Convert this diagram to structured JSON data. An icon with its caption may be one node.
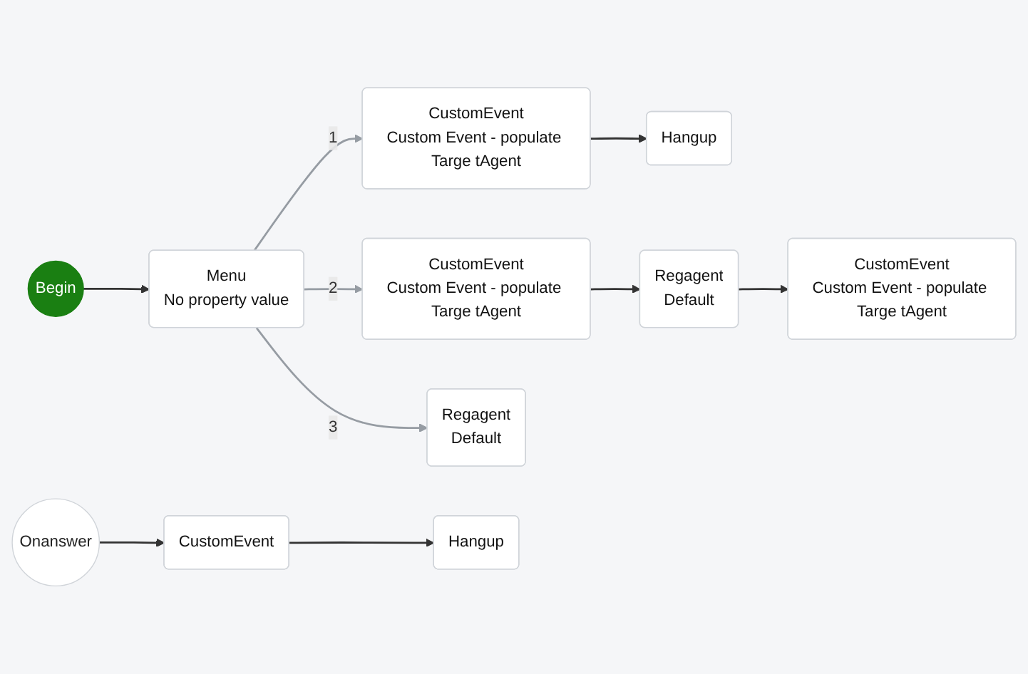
{
  "diagram": {
    "nodes": [
      {
        "text": [
          "Begin"
        ]
      },
      {
        "text": [
          "Menu",
          "No property value"
        ]
      },
      {
        "text": [
          "CustomEvent",
          "Custom Event - populate Targe tAgent"
        ]
      },
      {
        "text": [
          "Hangup"
        ]
      },
      {
        "text": [
          "CustomEvent",
          "Custom Event - populate Targe tAgent"
        ]
      },
      {
        "text": [
          "Regagent",
          "Default"
        ]
      },
      {
        "text": [
          "CustomEvent",
          "Custom Event - populate Targe tAgent"
        ]
      },
      {
        "text": [
          "Regagent",
          "Default"
        ]
      },
      {
        "text": [
          "Onanswer"
        ]
      },
      {
        "text": [
          "CustomEvent"
        ]
      },
      {
        "text": [
          "Hangup"
        ]
      }
    ],
    "edges": [
      {
        "from": 0,
        "to": 1,
        "arrow": "to"
      },
      {
        "from": 1,
        "to": 2,
        "arrow": "to",
        "label": "1",
        "color": "#969ca3"
      },
      {
        "from": 2,
        "to": 3,
        "arrow": "to"
      },
      {
        "from": 1,
        "to": 4,
        "arrow": "to",
        "label": "2",
        "color": "#969ca3"
      },
      {
        "from": 4,
        "to": 5,
        "arrow": "to"
      },
      {
        "from": 5,
        "to": 6,
        "arrow": "to"
      },
      {
        "from": 1,
        "to": 7,
        "arrow": "to",
        "label": "3",
        "color": "#969ca3"
      },
      {
        "from": 8,
        "to": 9,
        "arrow": "to"
      },
      {
        "from": 9,
        "to": 10,
        "arrow": "to"
      }
    ]
  }
}
